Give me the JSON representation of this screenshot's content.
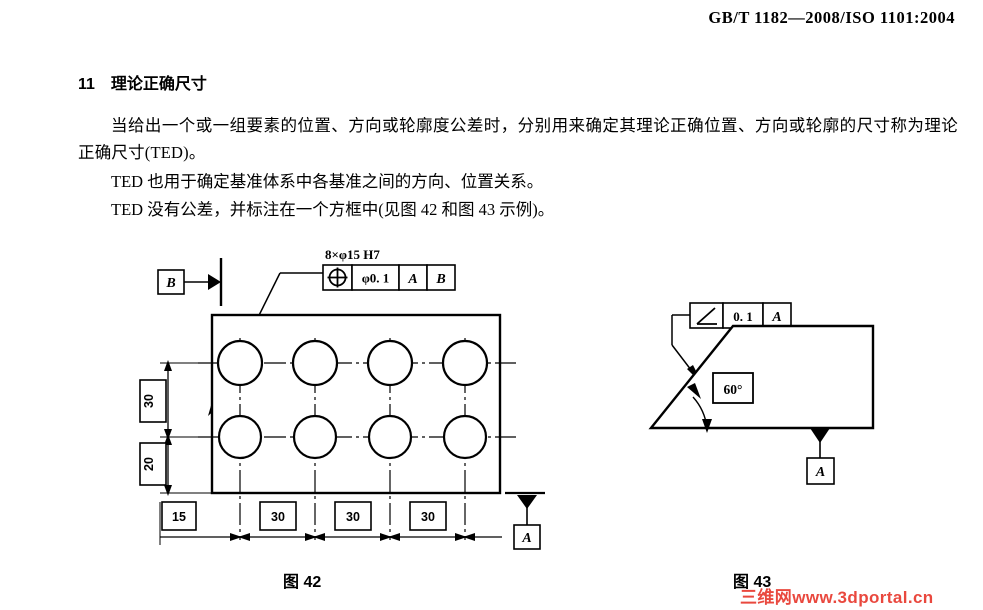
{
  "header": {
    "standard_code": "GB/T 1182—2008/ISO 1101:2004"
  },
  "section": {
    "number": "11",
    "title": "理论正确尺寸"
  },
  "body": {
    "paragraph_1": "当给出一个或一组要素的位置、方向或轮廓度公差时，分别用来确定其理论正确位置、方向或轮廓的尺寸称为理论正确尺寸(TED)。",
    "paragraph_2": "TED 也用于确定基准体系中各基准之间的方向、位置关系。",
    "paragraph_3": "TED 没有公差，并标注在一个方框中(见图 42 和图 43 示例)。"
  },
  "figure_42": {
    "caption": "图 42",
    "hole_callout": "8×φ15 H7",
    "feature_control_frame": {
      "symbol_name": "position-symbol",
      "tolerance": "φ0. 1",
      "datum_primary": "A",
      "datum_secondary": "B"
    },
    "datum_left": "B",
    "datum_bottom": "A",
    "vertical_dimensions": [
      "30",
      "20"
    ],
    "horizontal_dimensions": [
      "15",
      "30",
      "30",
      "30"
    ],
    "hole_count": 8,
    "hole_grid": {
      "columns": 4,
      "rows": 2
    }
  },
  "figure_43": {
    "caption": "图 43",
    "feature_control_frame": {
      "symbol_name": "angularity-symbol",
      "tolerance": "0. 1",
      "datum_primary": "A"
    },
    "angle_dimension": "60°",
    "datum_bottom": "A"
  },
  "watermark": {
    "text": "三维网www.3dportal.cn",
    "color": "#e8392e"
  }
}
